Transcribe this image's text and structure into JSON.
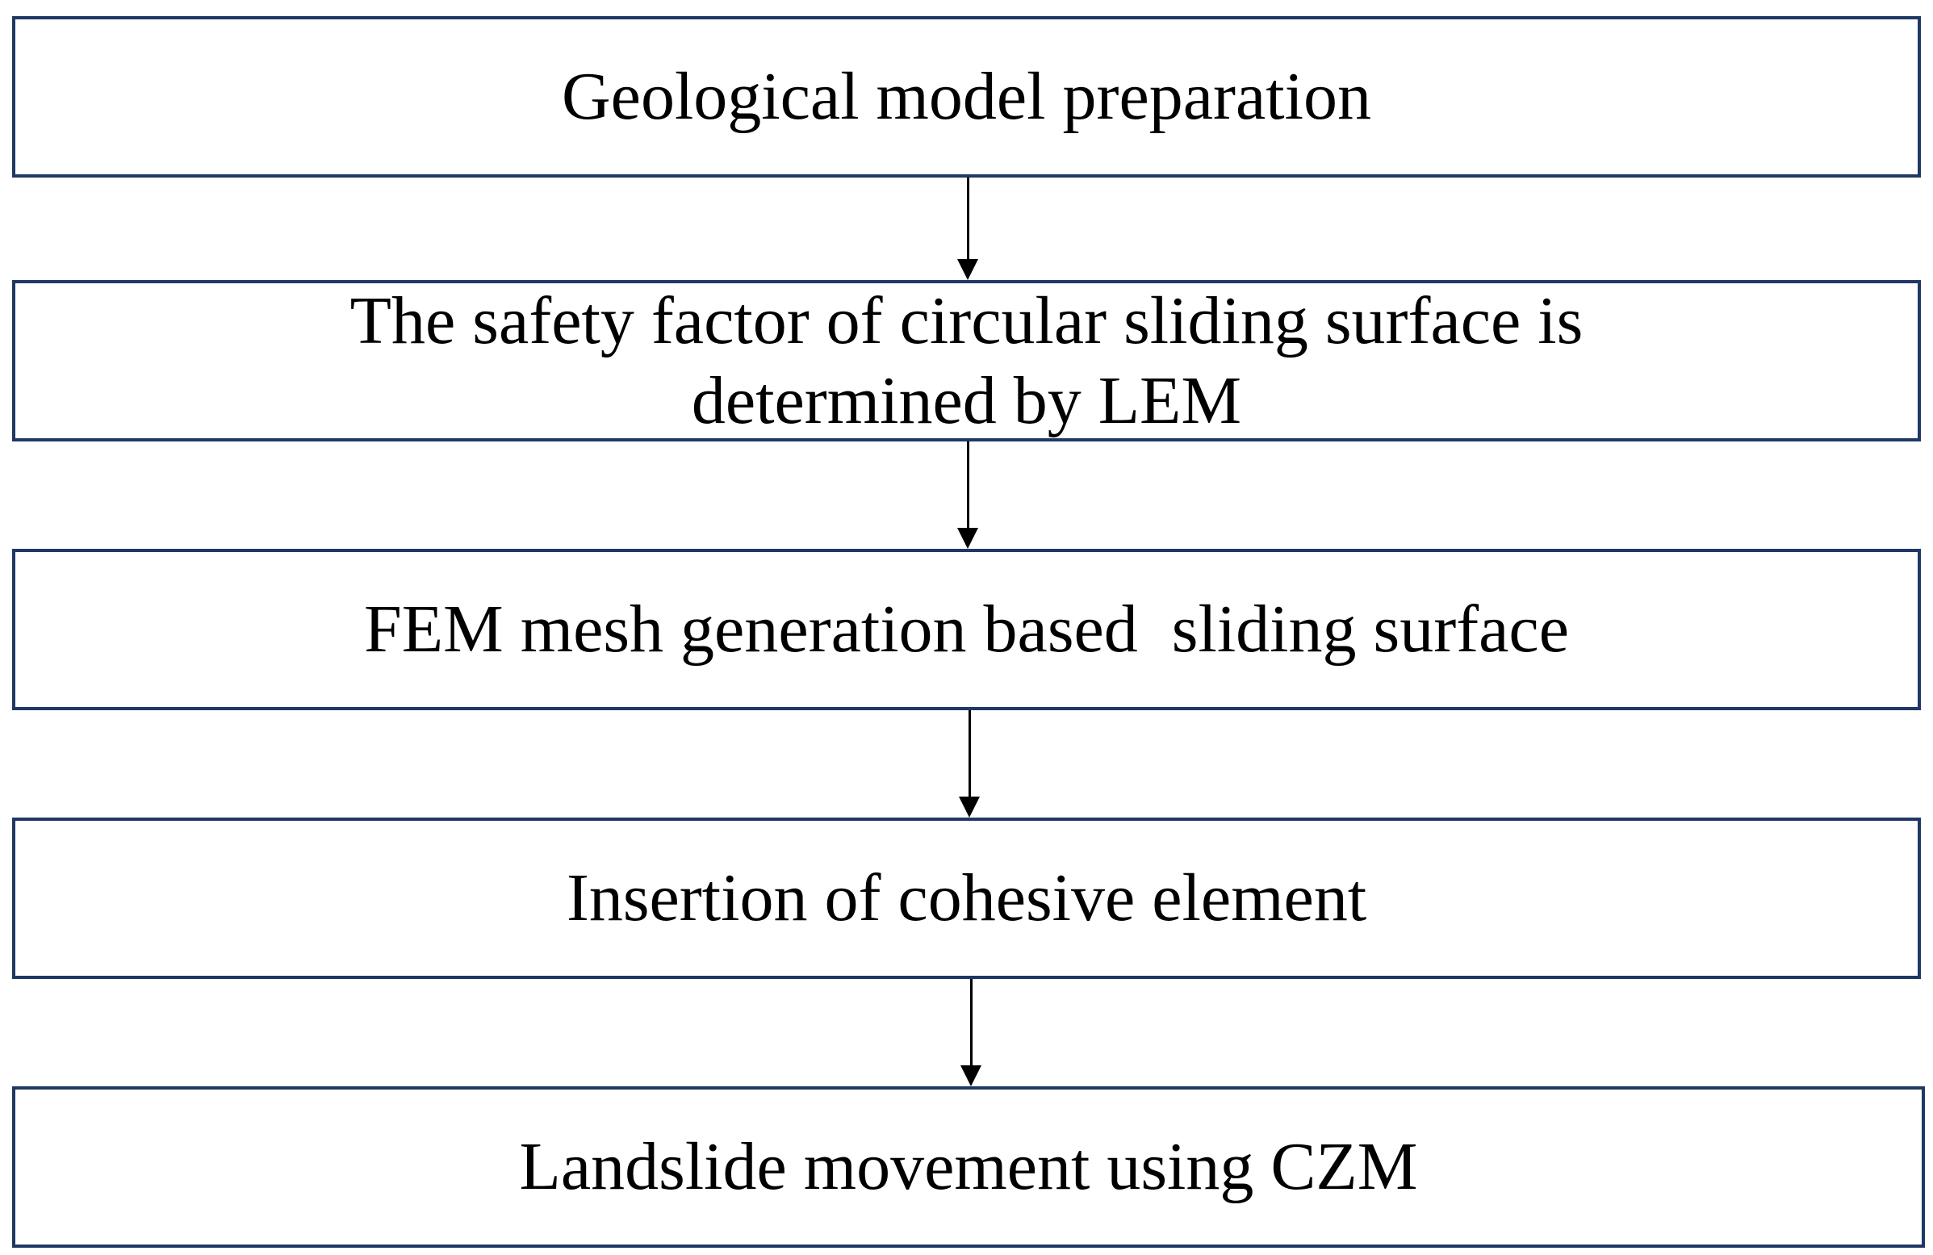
{
  "flowchart": {
    "steps": [
      {
        "label": "Geological model preparation"
      },
      {
        "label": "The safety factor of circular sliding surface is\ndetermined by LEM"
      },
      {
        "label": "FEM mesh generation based  sliding surface"
      },
      {
        "label": "Insertion of cohesive element"
      },
      {
        "label": "Landslide movement using CZM"
      }
    ],
    "colors": {
      "box_border": "#1f3864",
      "arrow": "#000000",
      "text": "#000000",
      "background": "#ffffff"
    }
  }
}
